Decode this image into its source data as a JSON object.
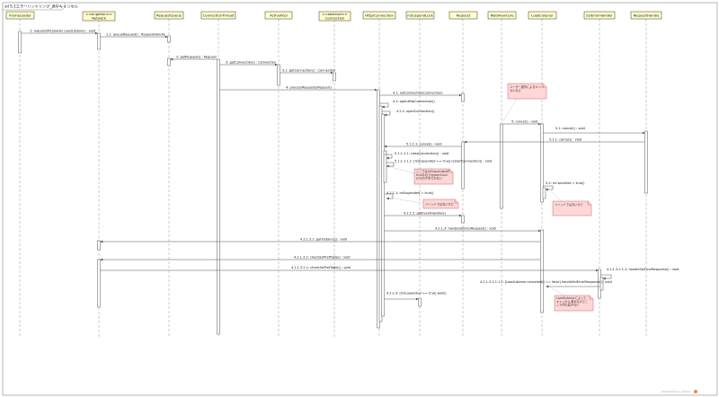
{
  "frame": {
    "title": "sd 5.1エラーハンドリング_途中キャンセル"
  },
  "participants": [
    {
      "id": "p0",
      "label": "FrameLoader"
    },
    {
      "id": "p1",
      "label": "<<singleton>>\nNetwork"
    },
    {
      "id": "p2",
      "label": "RequestQueue"
    },
    {
      "id": "p3",
      "label": "ConnectionThread"
    },
    {
      "id": "p4",
      "label": "ActivePool"
    },
    {
      "id": "p5",
      "label": "<<abstract>>\nConnection"
    },
    {
      "id": "p6",
      "label": "HttpsConnection"
    },
    {
      "id": "p7",
      "label": "mSuspendLock"
    },
    {
      "id": "p8",
      "label": "Request"
    },
    {
      "id": "p9",
      "label": "WebViewCore"
    },
    {
      "id": "p10",
      "label": "LoadListener"
    },
    {
      "id": "p11",
      "label": "SslErrorHandler"
    },
    {
      "id": "p12",
      "label": "RequestHandle"
    }
  ],
  "messages": [
    {
      "id": "m1",
      "label": "1: requestURL(loader LoadListener) : void"
    },
    {
      "id": "m2",
      "label": "1.1: queueRequest() : RequestHandle"
    },
    {
      "id": "m3",
      "label": "2: getRequest() : Request"
    },
    {
      "id": "m4",
      "label": "3: getConnection() : Connection"
    },
    {
      "id": "m5",
      "label": "3.1: getConnection() : Connection"
    },
    {
      "id": "m6",
      "label": "4: processRequests(Request)"
    },
    {
      "id": "m7",
      "label": "4.1: setConnection(Connection)"
    },
    {
      "id": "m8",
      "label": "4.2: openHttpConnection()"
    },
    {
      "id": "m9",
      "label": "4.2.1: openConnection()"
    },
    {
      "id": "m10",
      "label": "5: cancel() : void"
    },
    {
      "id": "m11",
      "label": "5.1: cancel() : void"
    },
    {
      "id": "m12",
      "label": "5.1.1: cancel() : void"
    },
    {
      "id": "m13",
      "label": "5.1.1.1: cancel() : void"
    },
    {
      "id": "m14",
      "label": "5.1.1.1.1: closeConnection() : void"
    },
    {
      "id": "m15",
      "label": "5.1.1.1.1.1: [mSuspended == true] restartConnection() : void"
    },
    {
      "id": "m16",
      "label": "5.2: mCancelled = true()"
    },
    {
      "id": "m17",
      "label": "4.2.1.1: mSuspended = true()"
    },
    {
      "id": "m18",
      "label": "4.2.1.2: getEventHandler()"
    },
    {
      "id": "m19",
      "label": "4.2.1.3: handleSslErrorRequest() : void"
    },
    {
      "id": "m20",
      "label": "4.2.1.3.1: getInstance() : void"
    },
    {
      "id": "m21",
      "label": "4.2.1.3.2: checkSslPrefTable() : void"
    },
    {
      "id": "m22",
      "label": "4.2.1.3.2.1: checkSslPrefTable() : void"
    },
    {
      "id": "m23",
      "label": "4.2.1.3.2.1.1: handleSslErrorResponse() : void"
    },
    {
      "id": "m24",
      "label": "4.2.1.3.2.1.1.1: [LoadListener.cancelled() == false] handleSslErrorResponse() : void"
    },
    {
      "id": "m25",
      "label": "4.2.1.4: [mSuspended == true] wait()"
    }
  ],
  "notes": [
    {
      "id": "n1",
      "label": "ユーザー操作によるキャンセルなど"
    },
    {
      "id": "n2",
      "label": "ここではmSuspendedがtrueなのでrestartConnectionがを行わない"
    },
    {
      "id": "n3",
      "label": "メソッドではないけど"
    },
    {
      "id": "n4",
      "label": "メソッドではないけど"
    },
    {
      "id": "n5",
      "label": "LoadListenerによってキャンセル済みなのでここで何も起きない"
    }
  ],
  "watermark": "powered by Astah",
  "colors": {
    "participant_fill": "#ffffcc",
    "note_fill": "#ffd7d7",
    "line": "#555555"
  }
}
